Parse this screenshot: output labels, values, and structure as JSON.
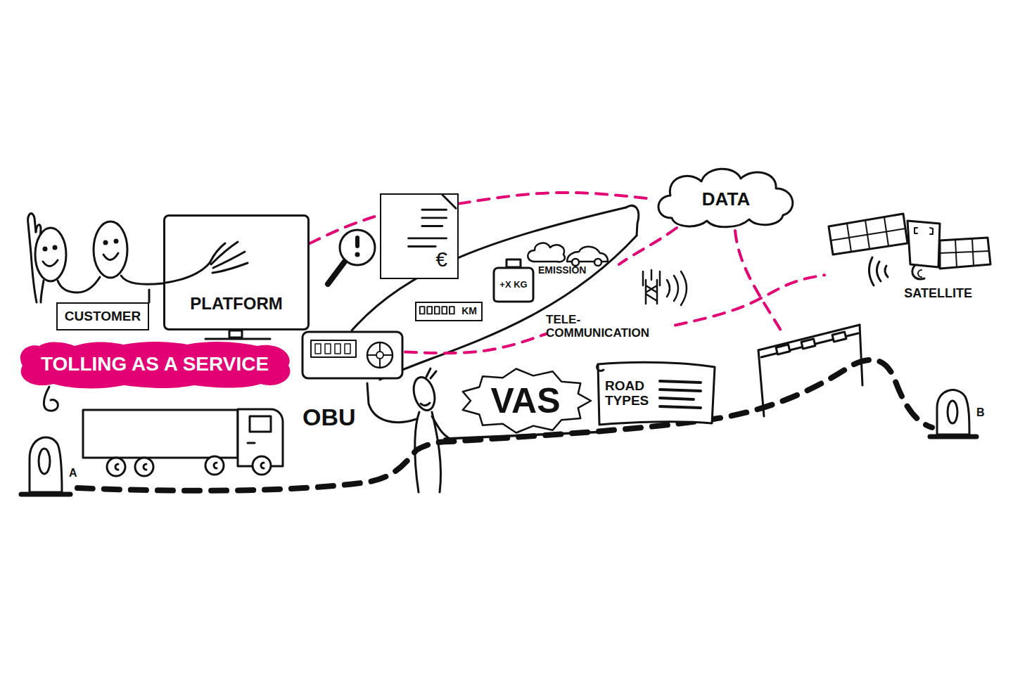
{
  "diagram": {
    "nodes": [
      {
        "text": [
          "CUSTOMER"
        ]
      },
      {
        "text": [
          "PLATFORM"
        ]
      },
      {
        "text": [
          "TOLLING AS A SERVICE"
        ]
      },
      {
        "text": [
          "€"
        ]
      },
      {
        "text": [
          "+X KG"
        ]
      },
      {
        "text": [
          "KM"
        ]
      },
      {
        "text": [
          "DATA"
        ]
      },
      {
        "text": [
          "OBU"
        ]
      },
      {
        "text": [
          "TELE- COMMUNICATION"
        ]
      },
      {
        "text": [
          "SATELLITE"
        ]
      },
      {
        "text": [
          "VAS"
        ]
      },
      {
        "text": [
          "ROAD TYPES"
        ]
      }
    ],
    "edges": [
      {
        "from": 1,
        "to": 3,
        "arrow": "none"
      },
      {
        "from": 3,
        "to": 6,
        "arrow": "none"
      },
      {
        "from": 7,
        "to": 8,
        "arrow": "none"
      },
      {
        "from": 8,
        "to": 9,
        "arrow": "none"
      }
    ],
    "labels": [
      "EMISSION",
      "A",
      "B"
    ]
  }
}
